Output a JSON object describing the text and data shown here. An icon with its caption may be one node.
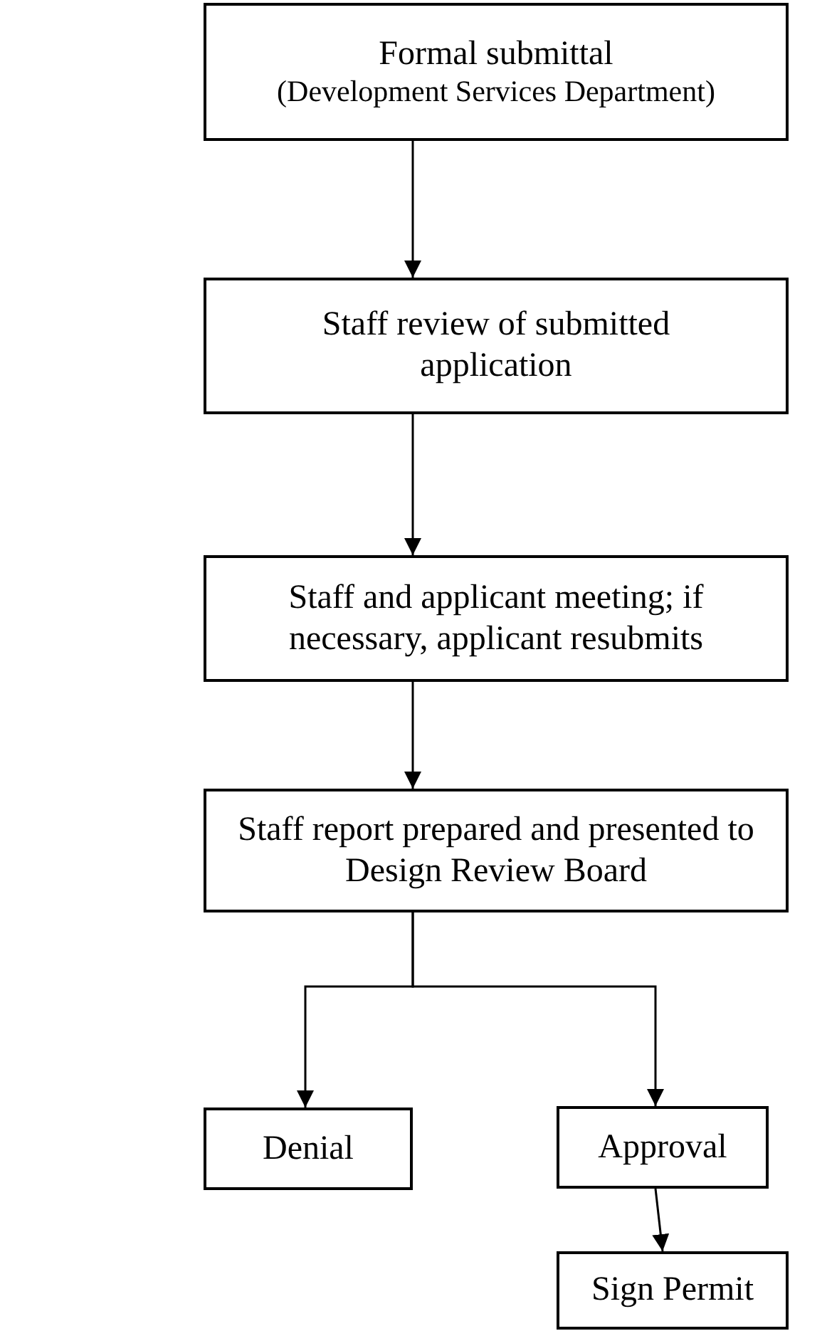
{
  "diagram": {
    "nodes": [
      {
        "text": [
          "Formal submittal",
          "(Development Services Department)"
        ]
      },
      {
        "text": [
          "Staff review of submitted application"
        ]
      },
      {
        "text": [
          "Staff and applicant meeting; if necessary, applicant resubmits"
        ]
      },
      {
        "text": [
          "Staff report prepared and presented to Design Review Board"
        ]
      },
      {
        "text": [
          "Denial"
        ]
      },
      {
        "text": [
          "Approval"
        ]
      },
      {
        "text": [
          "Sign Permit"
        ]
      }
    ],
    "edges": [
      {
        "from": 0,
        "to": 1,
        "arrow": "to"
      },
      {
        "from": 1,
        "to": 2,
        "arrow": "to"
      },
      {
        "from": 2,
        "to": 3,
        "arrow": "to"
      },
      {
        "from": 3,
        "to": 4,
        "arrow": "to"
      },
      {
        "from": 3,
        "to": 5,
        "arrow": "to"
      },
      {
        "from": 5,
        "to": 6,
        "arrow": "to"
      }
    ]
  }
}
